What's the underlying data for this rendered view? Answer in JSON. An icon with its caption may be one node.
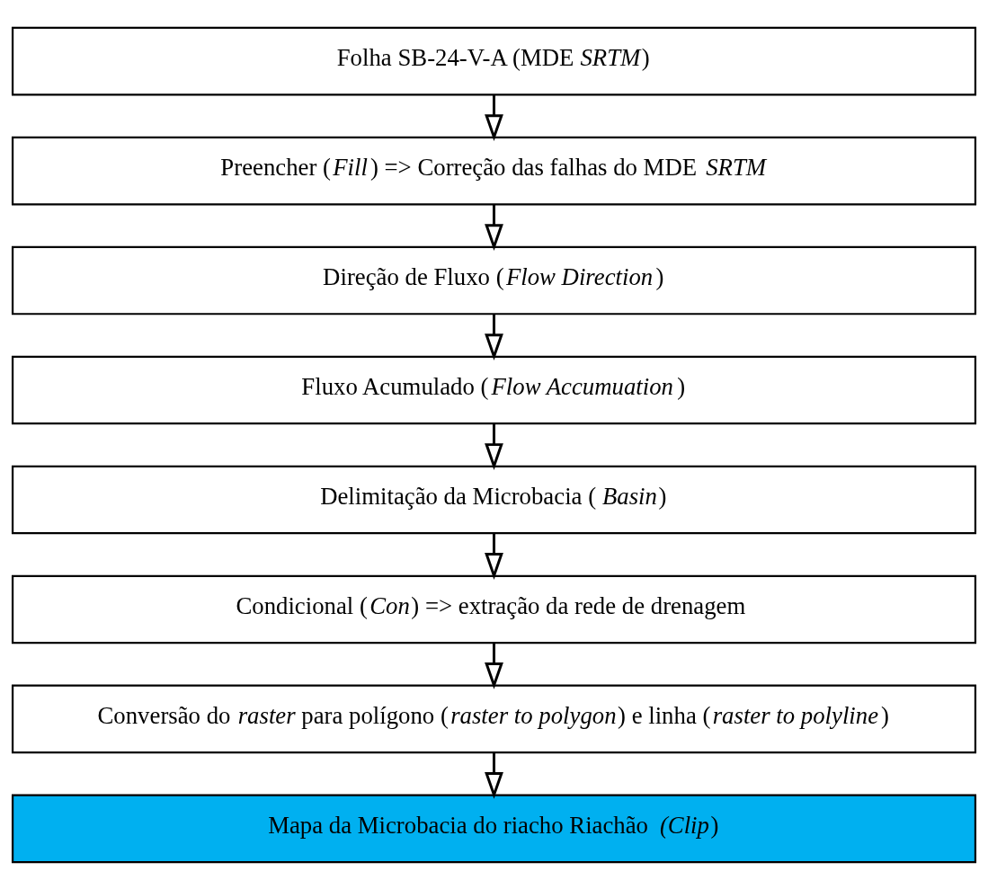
{
  "diagram": {
    "nodes": [
      {
        "text": [
          "Folha SB-24-V-A (MDE *SRTM*)"
        ]
      },
      {
        "text": [
          "Preencher (*Fill*) => Correção das falhas do MDE *SRTM*"
        ]
      },
      {
        "text": [
          "Direção de Fluxo (*Flow Direction*)"
        ]
      },
      {
        "text": [
          "Fluxo Acumulado (*Flow Accumuation*)"
        ]
      },
      {
        "text": [
          "Delimitação da Microbacia (*Basin*)"
        ]
      },
      {
        "text": [
          "Condicional (*Con*) => extração da rede de drenagem"
        ]
      },
      {
        "text": [
          "Conversão do *raster* para polígono (*raster to polygon*) e linha (*raster to polyline*)"
        ]
      },
      {
        "text": [
          "Mapa da Microbacia do riacho Riachão *(Clip*)"
        ]
      }
    ],
    "edges": [
      {
        "from": 0,
        "to": 1,
        "arrow": "to"
      },
      {
        "from": 1,
        "to": 2,
        "arrow": "to"
      },
      {
        "from": 2,
        "to": 3,
        "arrow": "to"
      },
      {
        "from": 3,
        "to": 4,
        "arrow": "to"
      },
      {
        "from": 4,
        "to": 5,
        "arrow": "to"
      },
      {
        "from": 5,
        "to": 6,
        "arrow": "to"
      },
      {
        "from": 6,
        "to": 7,
        "arrow": "to"
      }
    ]
  }
}
